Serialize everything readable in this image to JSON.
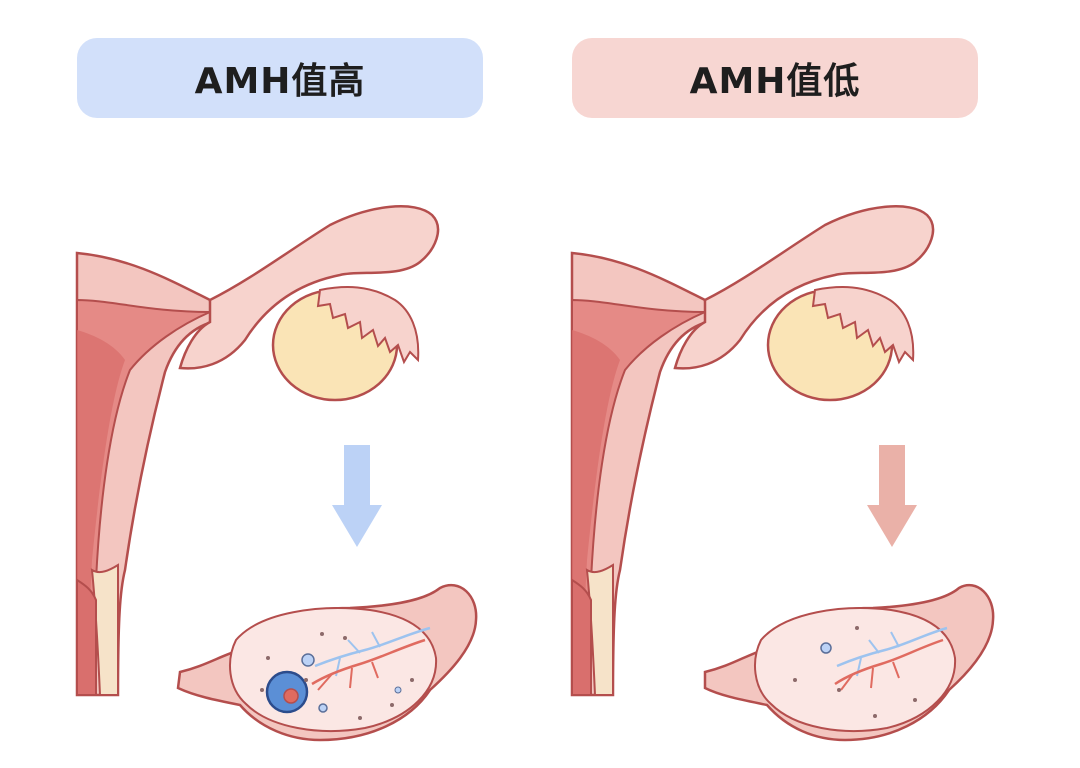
{
  "panels": [
    {
      "title": "AMH值高",
      "arrow_color": "#bcd2f6",
      "follicles": "many"
    },
    {
      "title": "AMH值低",
      "arrow_color": "#eab1a8",
      "follicles": "few"
    }
  ],
  "colors": {
    "tissue_fill": "#f3c6c0",
    "tissue_stroke": "#b44e4d",
    "ovary_fill": "#fae4b6",
    "uterus_inner": "#d96f6d"
  }
}
